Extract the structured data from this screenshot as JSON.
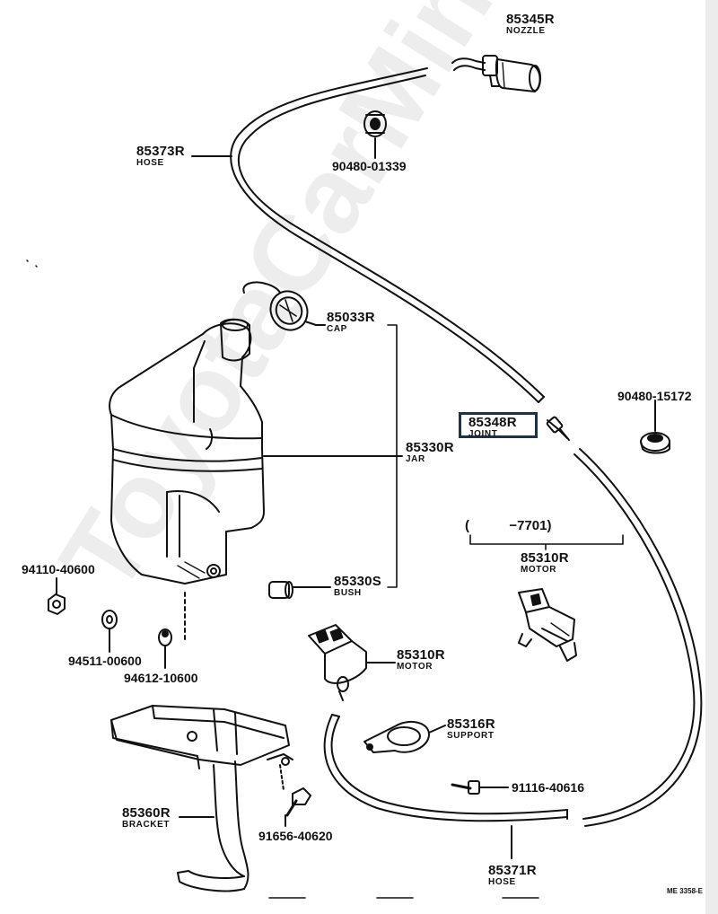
{
  "parts": {
    "nozzle": {
      "number": "85345R",
      "name": "NOZZLE"
    },
    "hose_upper": {
      "number": "85373R",
      "name": "HOSE"
    },
    "grommet_upper": {
      "number": "90480-01339"
    },
    "cap": {
      "number": "85033R",
      "name": "CAP"
    },
    "jar": {
      "number": "85330R",
      "name": "JAR"
    },
    "joint": {
      "number": "85348R",
      "name": "JOINT"
    },
    "grommet_right": {
      "number": "90480-15172"
    },
    "bush": {
      "number": "85330S",
      "name": "BUSH"
    },
    "nut": {
      "number": "94110-40600"
    },
    "washer": {
      "number": "94511-00600"
    },
    "spacer": {
      "number": "94612-10600"
    },
    "motor_left": {
      "number": "85310R",
      "name": "MOTOR"
    },
    "motor_right": {
      "number": "85310R",
      "name": "MOTOR"
    },
    "support": {
      "number": "85316R",
      "name": "SUPPORT"
    },
    "screw": {
      "number": "91116-40616"
    },
    "bracket": {
      "number": "85360R",
      "name": "BRACKET"
    },
    "bolt": {
      "number": "91656-40620"
    },
    "hose_lower": {
      "number": "85371R",
      "name": "HOSE"
    }
  },
  "variant": {
    "open": "(",
    "range": "−7701)"
  },
  "diagram_ref": "ME 3358-E",
  "watermark": "ToyotaCarMine.ru"
}
